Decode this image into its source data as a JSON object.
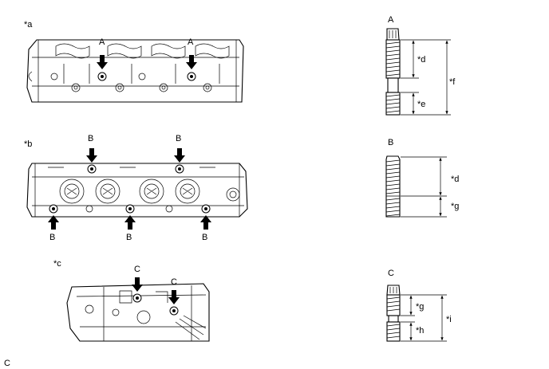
{
  "views": {
    "a": {
      "tag": "*a",
      "arrow": "A"
    },
    "b": {
      "tag": "*b",
      "arrow": "B"
    },
    "c": {
      "tag": "*c",
      "arrow": "C"
    }
  },
  "studs": {
    "A": {
      "title": "A",
      "dims": [
        "*d",
        "*e",
        "*f"
      ]
    },
    "B": {
      "title": "B",
      "dims": [
        "*d",
        "*g"
      ]
    },
    "C": {
      "title": "C",
      "dims": [
        "*g",
        "*h",
        "*i"
      ]
    }
  },
  "footer_code": "C"
}
